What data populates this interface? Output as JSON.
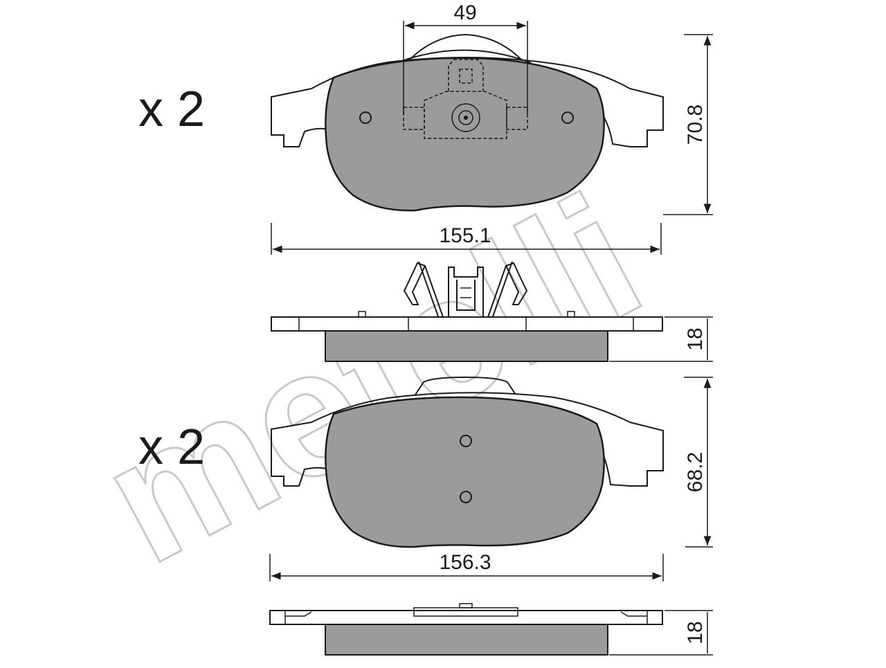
{
  "watermark": {
    "text": "metelli"
  },
  "top_part": {
    "quantity": "x 2",
    "dim_width": "155.1",
    "dim_height": "70.8",
    "dim_sensor": "49",
    "dim_thickness": "18"
  },
  "bottom_part": {
    "quantity": "x 2",
    "dim_width": "156.3",
    "dim_height": "68.2",
    "dim_thickness": "18"
  }
}
